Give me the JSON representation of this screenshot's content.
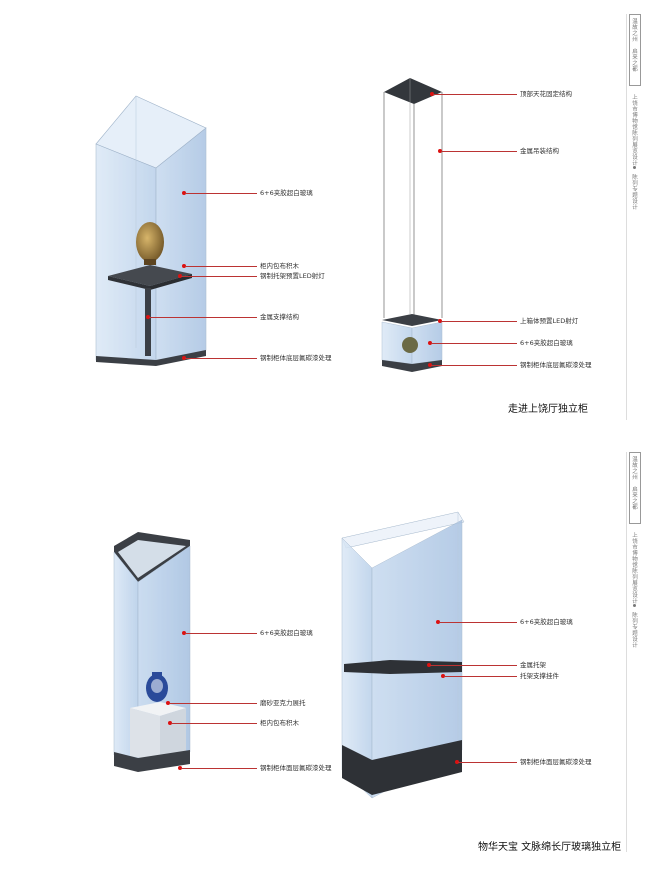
{
  "sidebar": {
    "title_a": "温故之州",
    "title_b": "启来之都",
    "subtitle": "上饶市博物馆陈列展览设计",
    "section": "陈列专题设计"
  },
  "section1": {
    "caption": "走进上饶厅独立柜",
    "left_labels": [
      "6+6夹胶超白玻璃",
      "柜内包布积木",
      "钢制托架预置LED射灯",
      "金属支撑结构",
      "钢制柜体底层氟碳漆处理"
    ],
    "right_labels": [
      "顶部天花固定结构",
      "金属吊装结构",
      "上箱体预置LED射灯",
      "6+6夹胶超白玻璃",
      "钢制柜体底层氟碳漆处理"
    ]
  },
  "section2": {
    "caption": "物华天宝 文脉绵长厅玻璃独立柜",
    "left_labels": [
      "6+6夹胶超白玻璃",
      "磨砂亚克力展托",
      "柜内包布积木",
      "钢制柜体面层氟碳漆处理"
    ],
    "right_labels": [
      "6+6夹胶超白玻璃",
      "金属托架",
      "托架支撑挂件",
      "钢制柜体面层氟碳漆处理"
    ]
  },
  "colors": {
    "glass": "#cfe0f2",
    "glass_edge": "#8aa4c0",
    "steel": "#3b3f45",
    "leader": "#bb3333",
    "dot": "#dd1111"
  }
}
